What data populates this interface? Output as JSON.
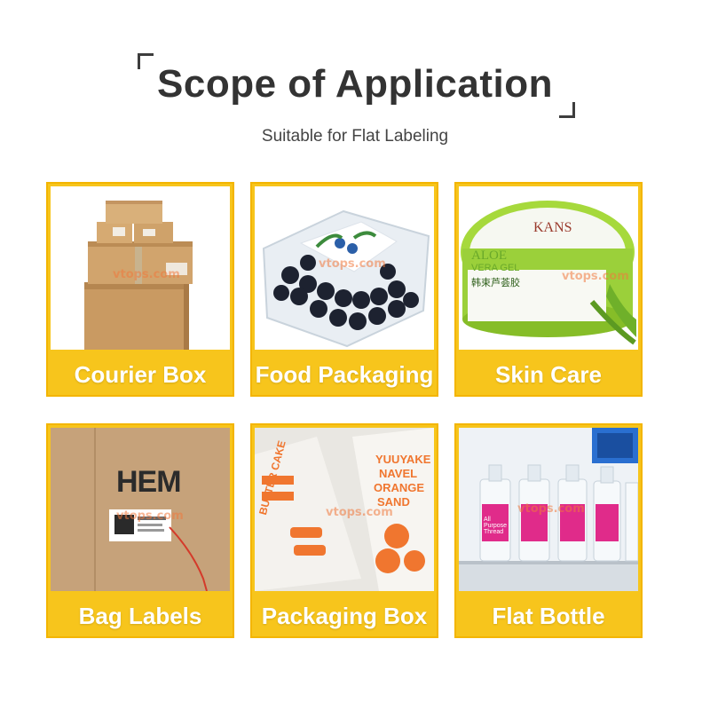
{
  "header": {
    "title": "Scope of Application",
    "subtitle": "Suitable for Flat Labeling"
  },
  "cards": [
    {
      "label": "Courier Box"
    },
    {
      "label": "Food Packaging"
    },
    {
      "label": "Skin Care"
    },
    {
      "label": "Bag Labels"
    },
    {
      "label": "Packaging Box"
    },
    {
      "label": "Flat Bottle"
    }
  ],
  "photo_text": {
    "skincare_brand": "KANS",
    "skincare_line1": "ALOE",
    "skincare_line2": "VERA GEL",
    "skincare_cn": "韩束芦荟胶",
    "bag_logo": "HEM",
    "box_text_1": "YUUYAKE",
    "box_text_2": "NAVEL",
    "box_text_3": "ORANGE",
    "box_text_4": "SAND",
    "box_side": "BUTTER CAKE",
    "bottle_label": "All Purpose Thread"
  },
  "watermark": "vtops.com",
  "colors": {
    "accent": "#f7c51c",
    "accent_border": "#f3b500",
    "title": "#333333",
    "label_text": "#ffffff"
  }
}
